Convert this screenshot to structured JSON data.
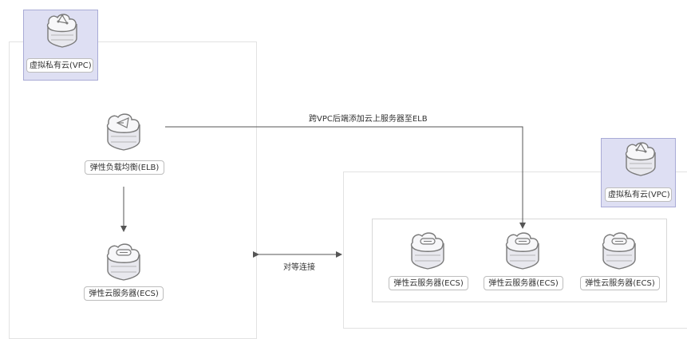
{
  "vpc_left": {
    "label": "虚拟私有云(VPC)",
    "icon": "vpc-icon"
  },
  "vpc_right": {
    "label": "虚拟私有云(VPC)",
    "icon": "vpc-icon"
  },
  "elb": {
    "label": "弹性负载均衡(ELB)",
    "icon": "elb-icon"
  },
  "ecs_left": {
    "label": "弹性云服务器(ECS)",
    "icon": "ecs-icon"
  },
  "ecs_right": [
    {
      "label": "弹性云服务器(ECS)",
      "icon": "ecs-icon"
    },
    {
      "label": "弹性云服务器(ECS)",
      "icon": "ecs-icon"
    },
    {
      "label": "弹性云服务器(ECS)",
      "icon": "ecs-icon"
    }
  ],
  "connections": {
    "cross_vpc": "跨VPC后端添加云上服务器至ELB",
    "peering": "对等连接"
  },
  "colors": {
    "vpc_badge_bg": "#dedff3",
    "icon_stroke": "#7a7a7a",
    "line": "#555555"
  }
}
